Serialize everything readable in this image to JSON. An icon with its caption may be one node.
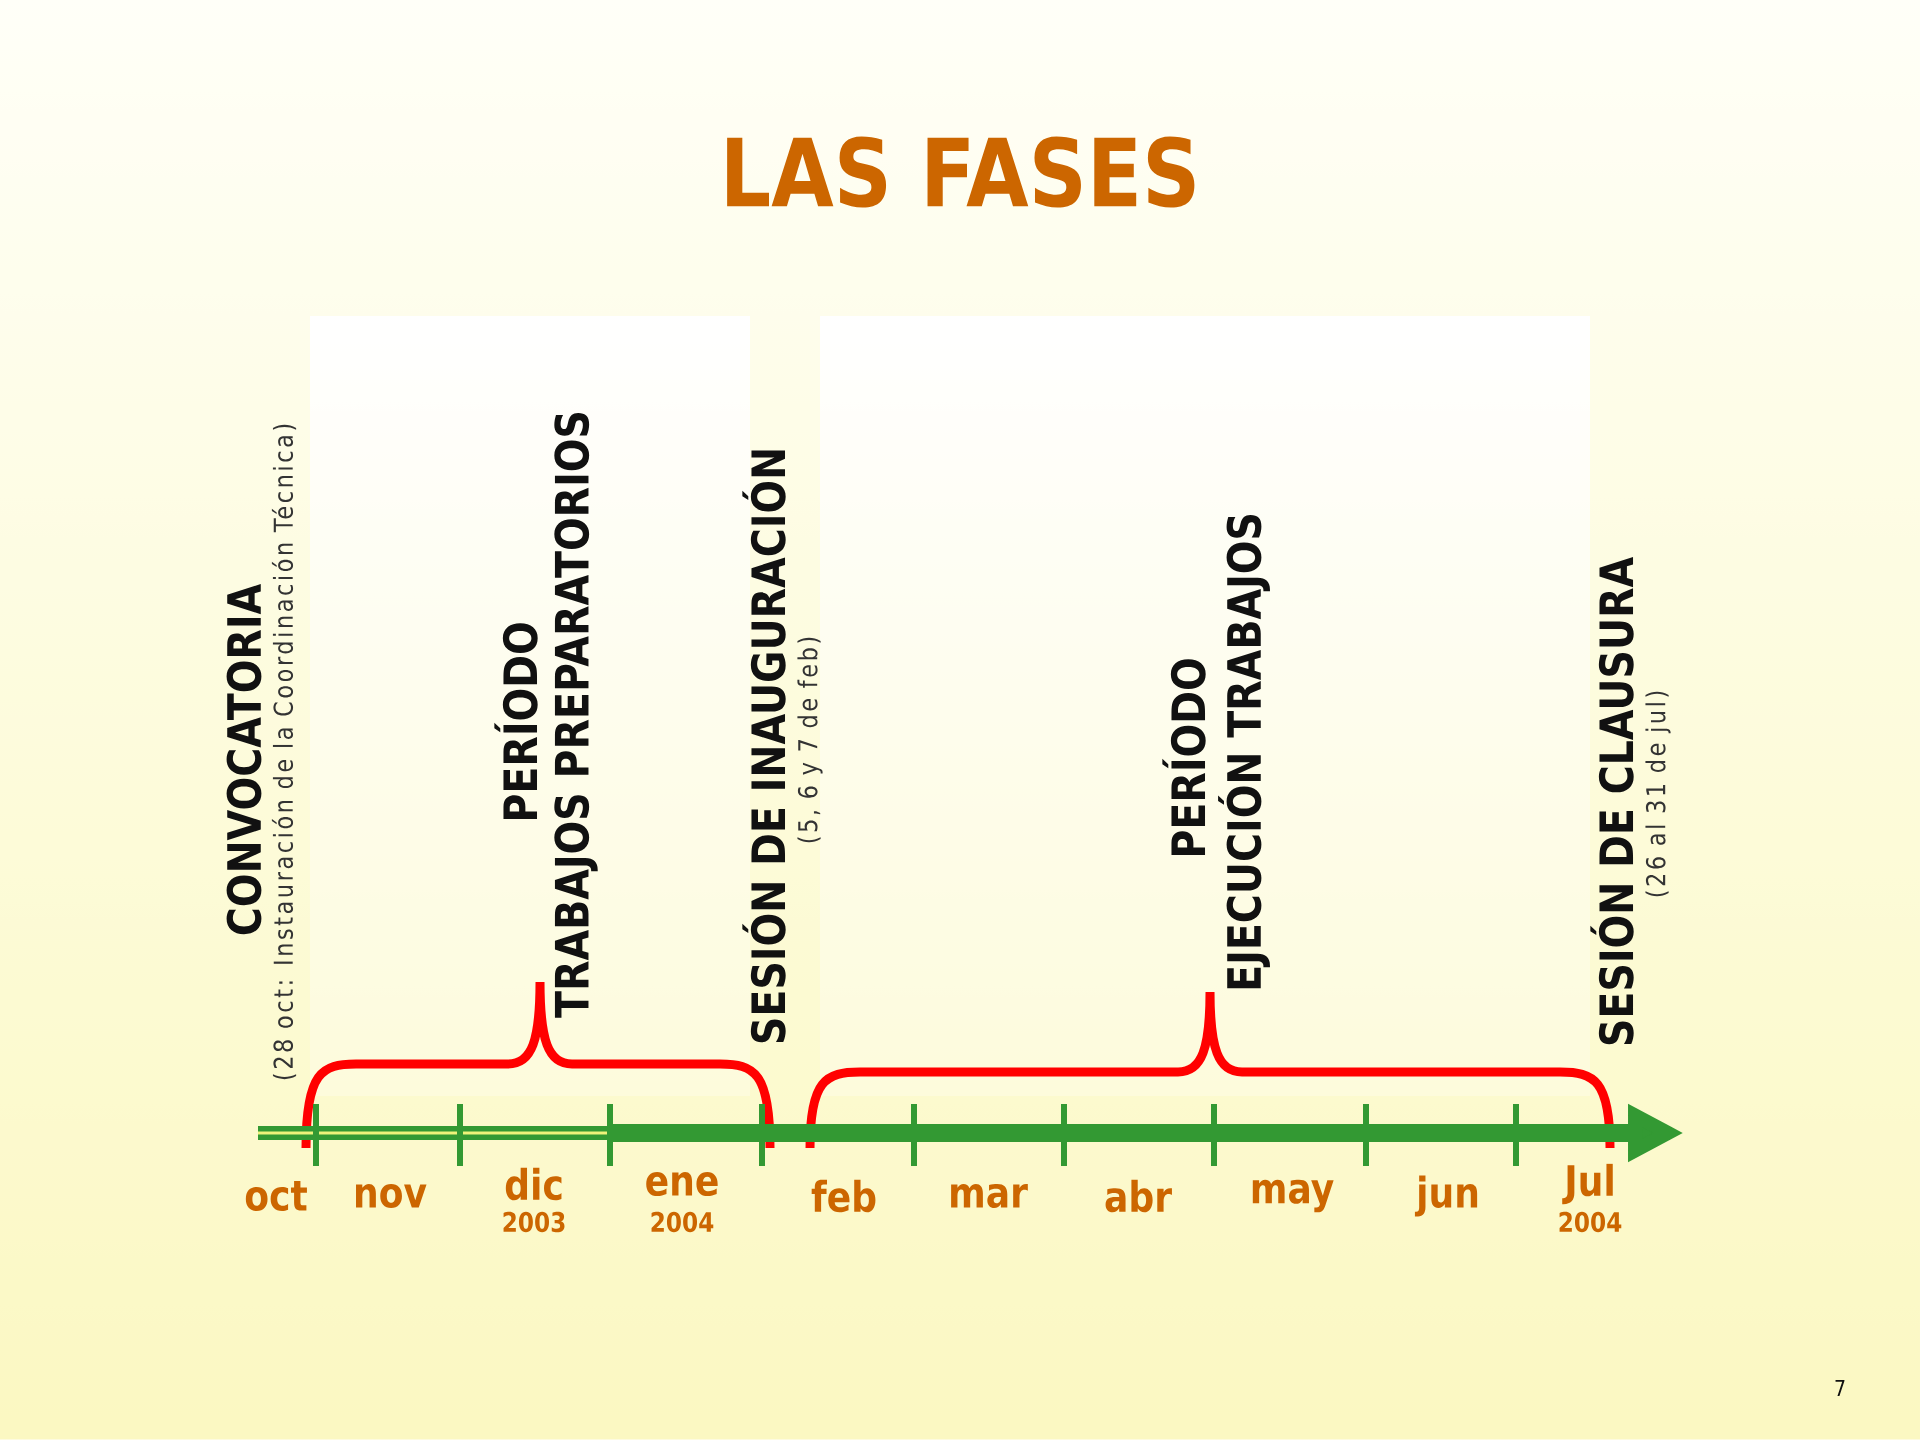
{
  "diagram": {
    "title": "LAS FASES",
    "labels": [
      "CONVOCATORIA",
      "(28 oct: Instauración de la Coordinación Técnica)",
      "PERÍODO",
      "TRABAJOS PREPARATORIOS",
      "SESIÓN DE INAUGURACIÓN",
      "(5, 6 y 7 de feb)",
      "PERÍODO",
      "EJECUCIÓN TRABAJOS",
      "SESIÓN DE CLAUSURA",
      "(26 al 31 de jul)",
      "oct",
      "nov",
      "dic",
      "2003",
      "ene",
      "2004",
      "feb",
      "mar",
      "abr",
      "may",
      "jun",
      "Jul",
      "2004",
      "7"
    ]
  }
}
